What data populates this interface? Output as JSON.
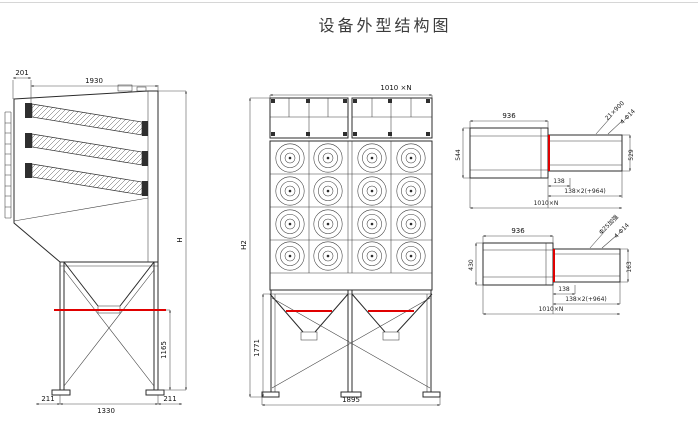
{
  "title": "设备外型结构图",
  "left_view": {
    "dims": {
      "top_offset": "201",
      "total_width": "1930",
      "height": "H",
      "leg_height": "1165",
      "foot_left": "211",
      "base_width": "1330",
      "foot_right": "211"
    }
  },
  "front_view": {
    "dims": {
      "module_width": "1010 ×N",
      "height": "H2",
      "leg_height": "1771",
      "base_width": "1895"
    }
  },
  "detail_top": {
    "dims": {
      "width": "936",
      "left_height": "544",
      "right_height": "529",
      "seg": "138",
      "seg_formula": "138×2(+964)",
      "total": "1010×N"
    },
    "notes": {
      "note_1": "21×900",
      "note_2": "4-Φ14"
    }
  },
  "detail_bottom": {
    "dims": {
      "width": "936",
      "left_height": "430",
      "right_height": "163",
      "seg": "138",
      "seg_formula": "138×2(+964)",
      "total": "1010×N"
    },
    "notes": {
      "note_1": "Φ25加强",
      "note_2": "4-Φ14"
    }
  }
}
